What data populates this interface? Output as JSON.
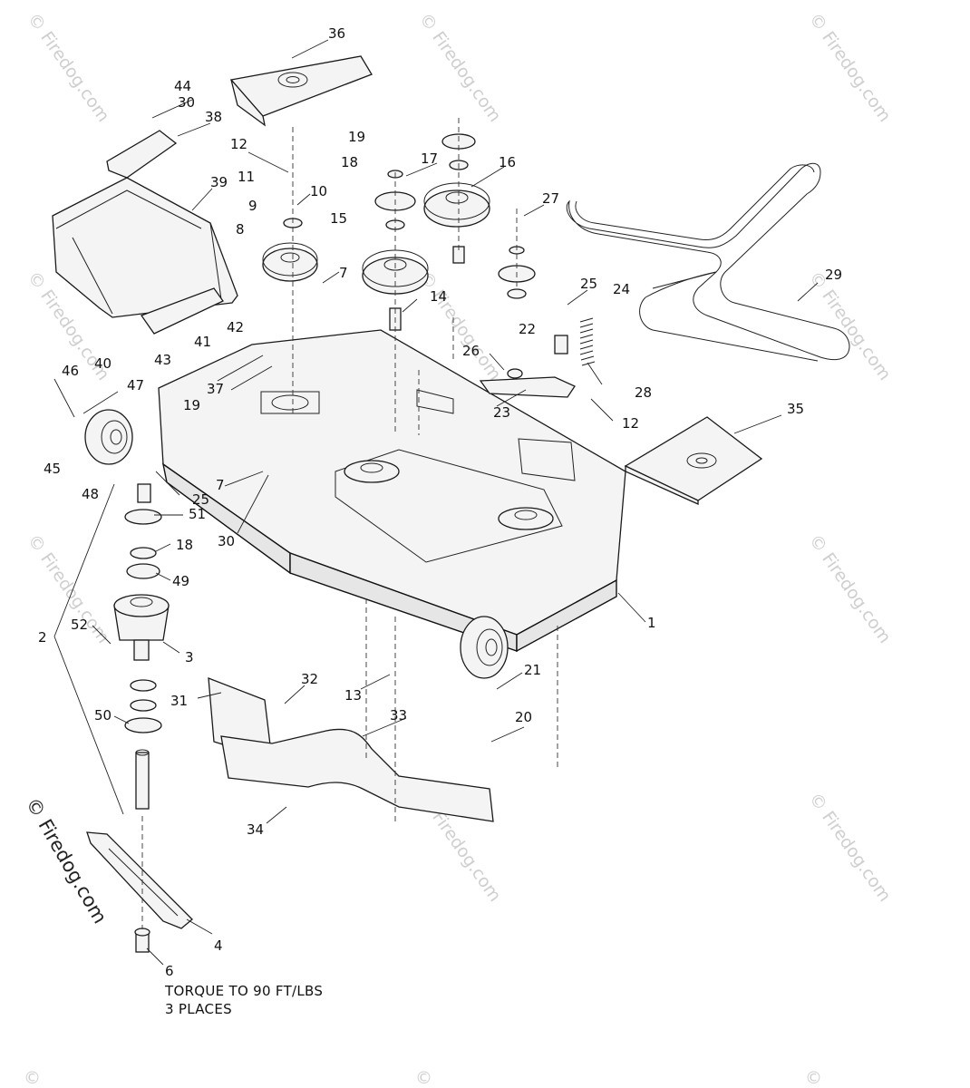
{
  "watermark": {
    "text": "© Firedog.com",
    "corner_text": "©"
  },
  "note": {
    "line1": "TORQUE TO 90 FT/LBS",
    "line2": "3 PLACES"
  },
  "callouts": {
    "c1": "1",
    "c2": "2",
    "c3": "3",
    "c4": "4",
    "c6": "6",
    "c7a": "7",
    "c7b": "7",
    "c8": "8",
    "c9": "9",
    "c10": "10",
    "c11": "11",
    "c12a": "12",
    "c12b": "12",
    "c13": "13",
    "c14": "14",
    "c15": "15",
    "c16": "16",
    "c17": "17",
    "c18a": "18",
    "c18b": "18",
    "c19a": "19",
    "c19b": "19",
    "c20": "20",
    "c21": "21",
    "c22": "22",
    "c23": "23",
    "c24": "24",
    "c25a": "25",
    "c25b": "25",
    "c26": "26",
    "c27": "27",
    "c28": "28",
    "c29": "29",
    "c30a": "30",
    "c30b": "30",
    "c31": "31",
    "c32": "32",
    "c33": "33",
    "c34": "34",
    "c35": "35",
    "c36": "36",
    "c37": "37",
    "c38": "38",
    "c39": "39",
    "c40": "40",
    "c41": "41",
    "c42": "42",
    "c43": "43",
    "c44": "44",
    "c45": "45",
    "c46": "46",
    "c47": "47",
    "c48": "48",
    "c49": "49",
    "c50": "50",
    "c51": "51",
    "c52": "52"
  }
}
